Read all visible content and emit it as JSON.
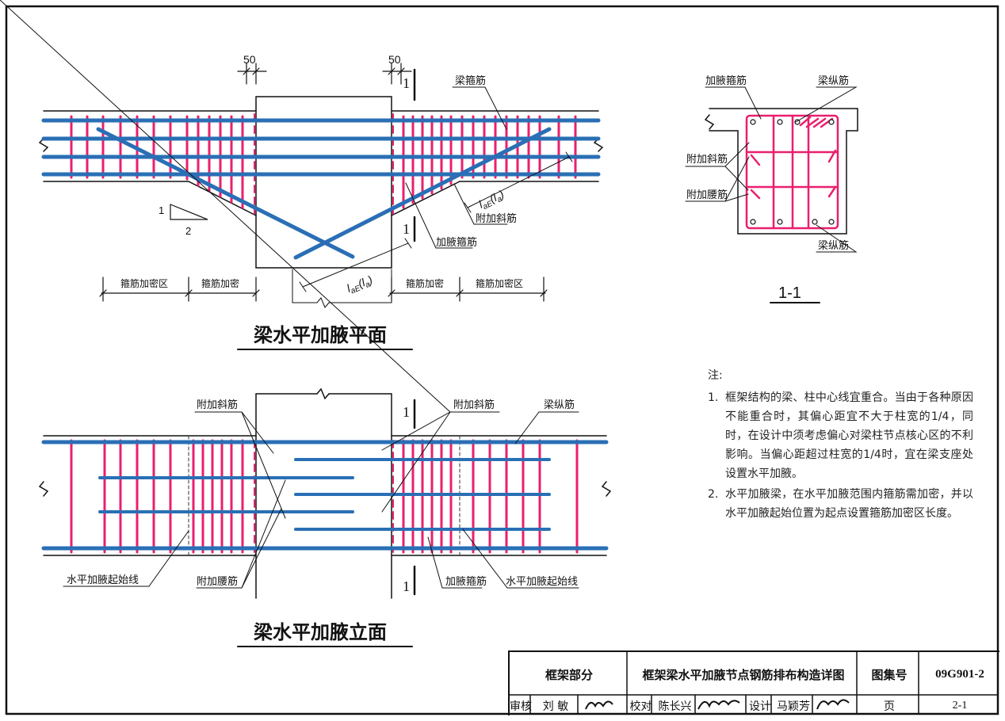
{
  "plan": {
    "title": "梁水平加腋平面",
    "dim_left": "50",
    "dim_right": "50",
    "section_mark": "1",
    "label_stirrup": "梁箍筋",
    "label_diag": "附加斜筋",
    "label_haunch_stirrup": "加腋箍筋",
    "anchor_label": "l",
    "anchor_sub": "aE",
    "anchor_paren": "(l",
    "anchor_sub2": "a",
    "anchor_close": ")",
    "slope_v": "1",
    "slope_h": "2",
    "zone_dense_l": "箍筋加密区",
    "zone_dense_l2": "箍筋加密",
    "zone_dense_r2": "箍筋加密",
    "zone_dense_r": "箍筋加密区"
  },
  "section": {
    "title": "1-1",
    "label_haunch_stirrup": "加腋箍筋",
    "label_long_top": "梁纵筋",
    "label_diag": "附加斜筋",
    "label_waist": "附加腰筋",
    "label_long_bot": "梁纵筋"
  },
  "elev": {
    "title": "梁水平加腋立面",
    "section_mark": "1",
    "label_diag_l": "附加斜筋",
    "label_diag_r": "附加斜筋",
    "label_long": "梁纵筋",
    "label_start_l": "水平加腋起始线",
    "label_waist": "附加腰筋",
    "label_haunch_stirrup": "加腋箍筋",
    "label_start_r": "水平加腋起始线"
  },
  "notes": {
    "heading": "注:",
    "items": [
      {
        "num": "1.",
        "text": "框架结构的梁、柱中心线宜重合。当由于各种原因不能重合时，其偏心距宜不大于柱宽的1/4，同时，在设计中须考虑偏心对梁柱节点核心区的不利影响。当偏心距超过柱宽的1/4时，宜在梁支座处设置水平加腋。"
      },
      {
        "num": "2.",
        "text": "水平加腋梁，在水平加腋范围内箍筋需加密，并以水平加腋起始位置为起点设置箍筋加密区长度。"
      }
    ]
  },
  "titleblock": {
    "section": "框架部分",
    "drawing_title": "框架梁水平加腋节点钢筋排布构造详图",
    "atlas_label": "图集号",
    "atlas_no": "09G901-2",
    "review_label": "审核",
    "review_name": "刘 敏",
    "check_label": "校对",
    "check_name": "陈长兴",
    "design_label": "设计",
    "design_name": "马颖芳",
    "page_label": "页",
    "page_no": "2-1"
  },
  "colors": {
    "rebar_long": "#2a6fb5",
    "rebar_stirrup": "#ea1f6e",
    "line": "#111111"
  }
}
